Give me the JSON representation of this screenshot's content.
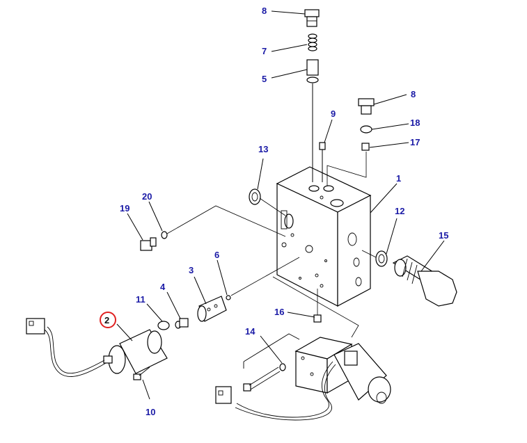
{
  "diagram": {
    "label_color": "#1a1aa6",
    "highlight_color": "#e02020",
    "callouts": {
      "c1": "1",
      "c2": "2",
      "c3": "3",
      "c4": "4",
      "c5": "5",
      "c6": "6",
      "c7": "7",
      "c8a": "8",
      "c8b": "8",
      "c9": "9",
      "c10": "10",
      "c11": "11",
      "c12": "12",
      "c13": "13",
      "c14": "14",
      "c15": "15",
      "c16": "16",
      "c17": "17",
      "c18": "18",
      "c19": "19",
      "c20": "20"
    }
  }
}
